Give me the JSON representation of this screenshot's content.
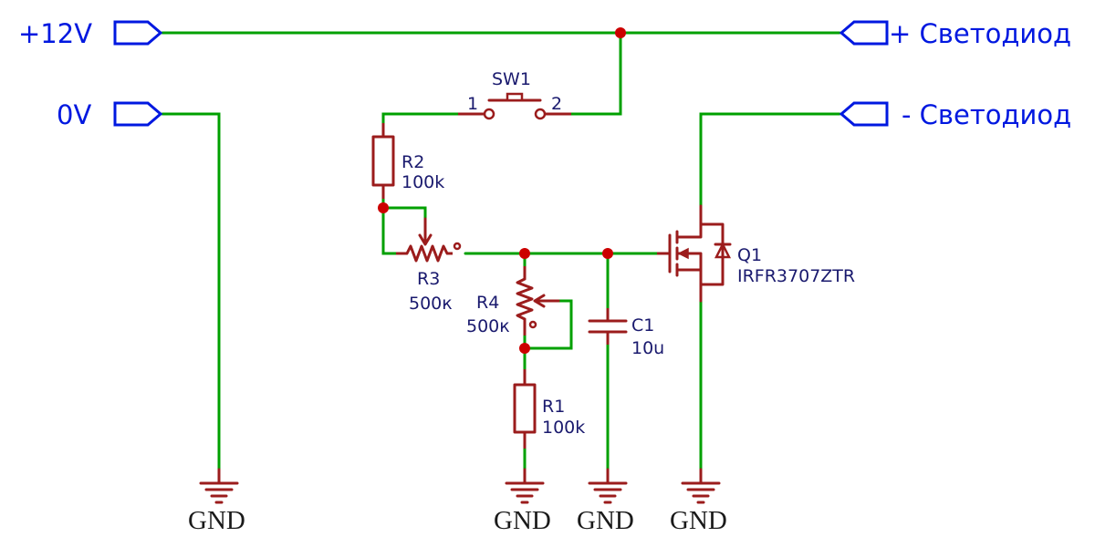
{
  "ports": {
    "plus12v": "+12V",
    "zero_v": "0V",
    "led_plus": "+ Светодиод",
    "led_minus": "- Светодиод"
  },
  "components": {
    "sw1": {
      "ref": "SW1",
      "pin1": "1",
      "pin2": "2"
    },
    "r2": {
      "ref": "R2",
      "value": "100k"
    },
    "r3": {
      "ref": "R3",
      "value": "500к"
    },
    "r4": {
      "ref": "R4",
      "value": "500к"
    },
    "r1": {
      "ref": "R1",
      "value": "100k"
    },
    "c1": {
      "ref": "C1",
      "value": "10u"
    },
    "q1": {
      "ref": "Q1",
      "value": "IRFR3707ZTR"
    }
  },
  "grounds": {
    "gnd1": "GND",
    "gnd2": "GND",
    "gnd3": "GND",
    "gnd4": "GND"
  },
  "colors": {
    "wire": "#00a000",
    "component": "#9b1c1c",
    "port": "#0018e0",
    "junction": "#cc0000"
  }
}
